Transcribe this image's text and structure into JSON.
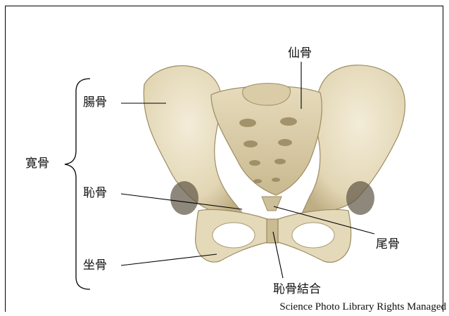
{
  "labels": {
    "ilium": "腸骨",
    "sacrum": "仙骨",
    "hip_bone": "寛骨",
    "pubis": "恥骨",
    "coccyx": "尾骨",
    "ischium": "坐骨",
    "pubic_symphysis": "恥骨結合"
  },
  "credit": "Science Photo Library Rights Managed",
  "colors": {
    "bone": "#e9dfc2",
    "bone_shade": "#cdbf98",
    "bone_dark": "#a89a72",
    "line": "#000000",
    "background": "#ffffff"
  }
}
